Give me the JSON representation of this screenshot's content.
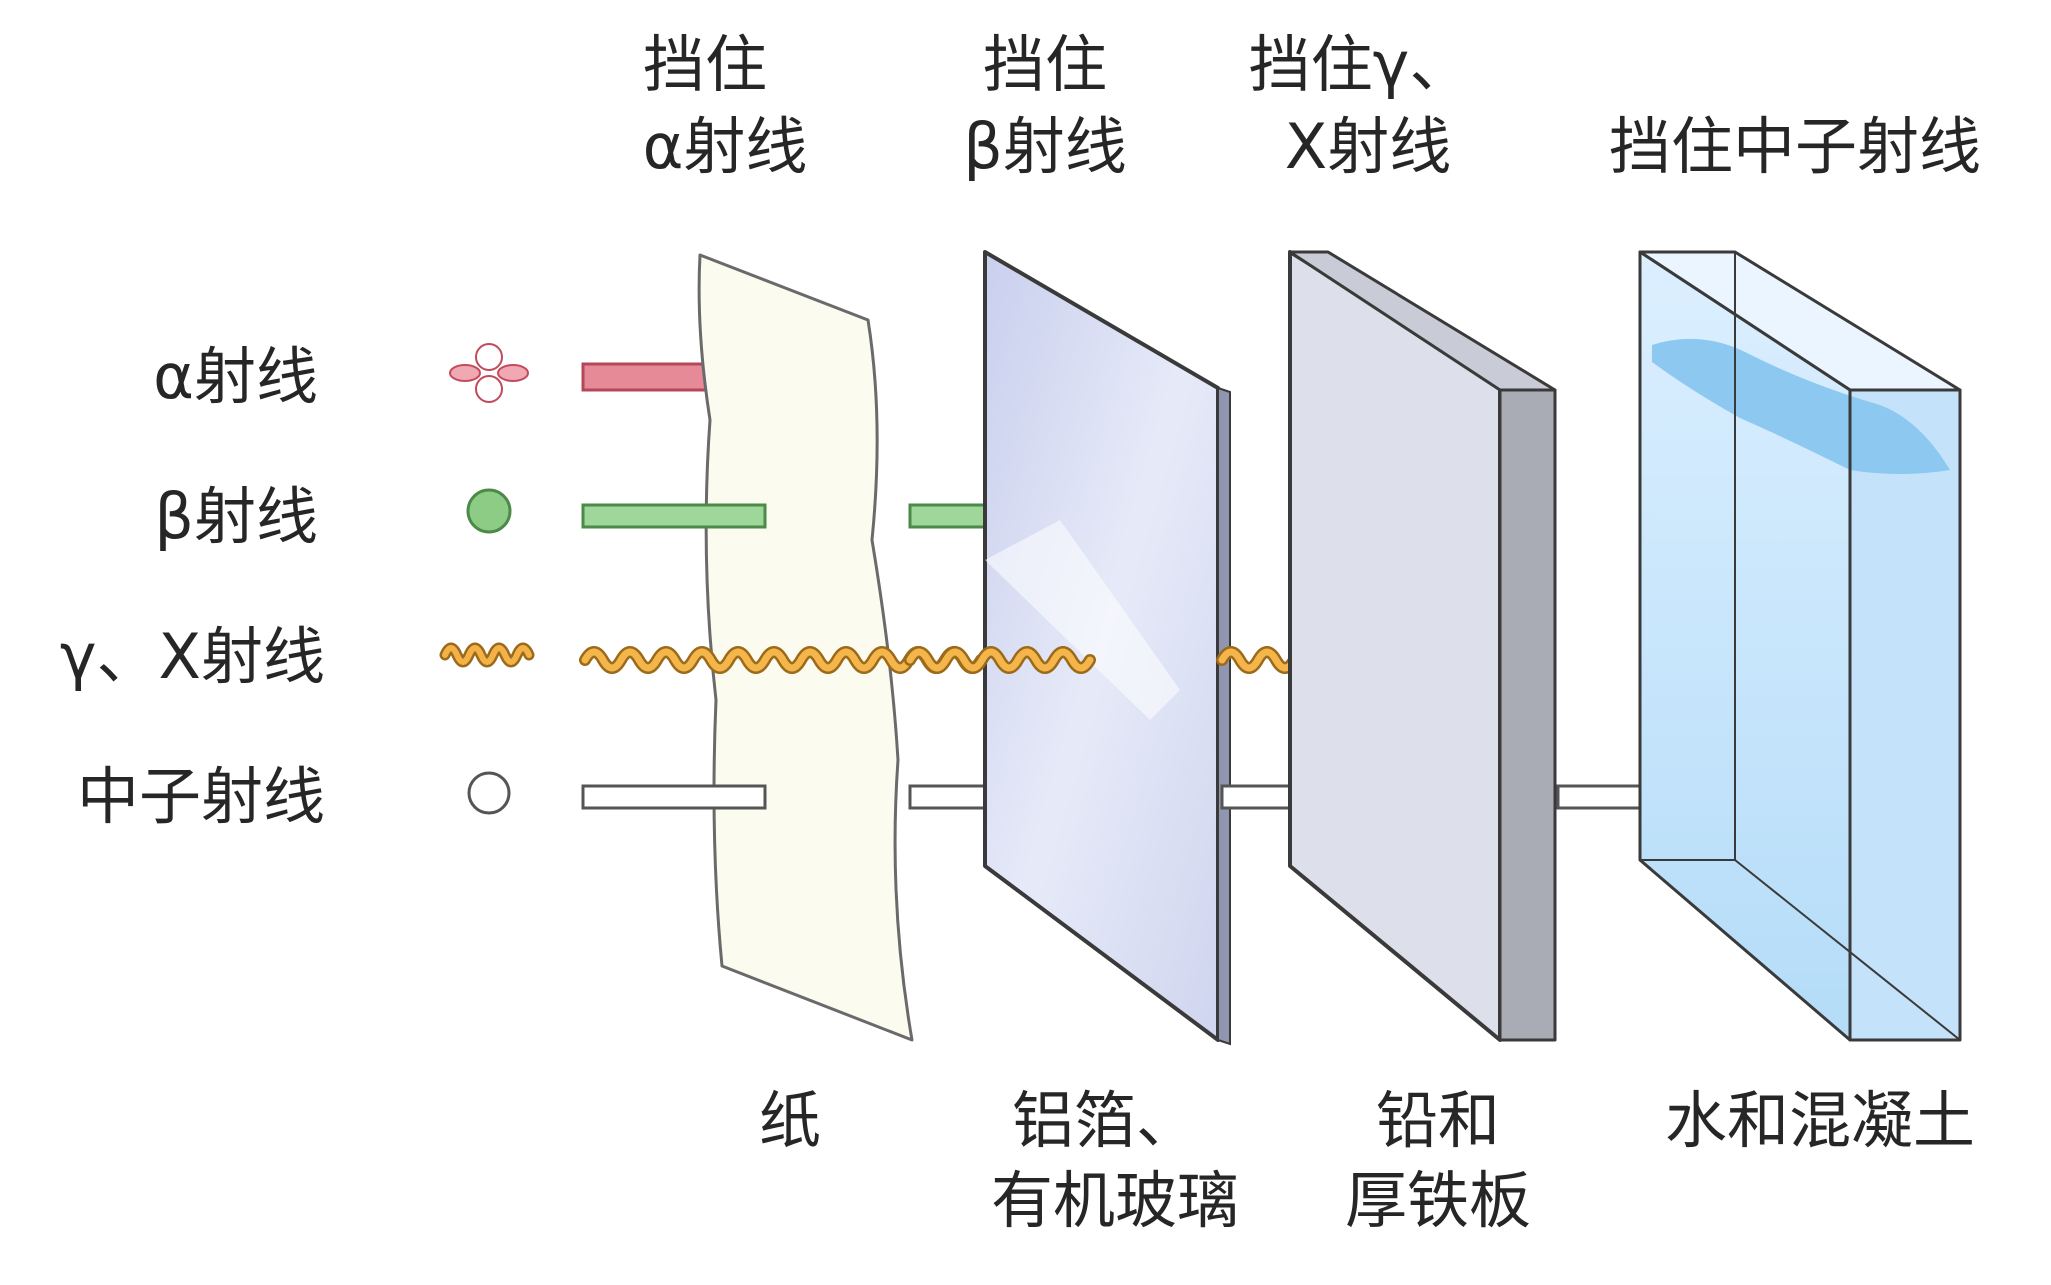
{
  "barriers": [
    {
      "stops": [
        "挡住",
        "α射线"
      ],
      "material": [
        "纸"
      ]
    },
    {
      "stops": [
        "挡住",
        "β射线"
      ],
      "material": [
        "铝箔、",
        "有机玻璃"
      ]
    },
    {
      "stops": [
        "挡住γ、",
        "X射线"
      ],
      "material": [
        "铅和",
        "厚铁板"
      ]
    },
    {
      "stops": [
        "挡住中子射线"
      ],
      "material": [
        "水和混凝土"
      ]
    }
  ],
  "rays": [
    {
      "label": "α射线",
      "color": "#e0707e",
      "particle": "alpha-particle-icon"
    },
    {
      "label": "β射线",
      "color": "#7cc07a",
      "particle": "beta-particle-icon"
    },
    {
      "label": "γ、X射线",
      "color": "#eaa630",
      "particle": "gamma-wave-icon"
    },
    {
      "label": "中子射线",
      "color": "#ffffff",
      "particle": "neutron-particle-icon"
    }
  ]
}
